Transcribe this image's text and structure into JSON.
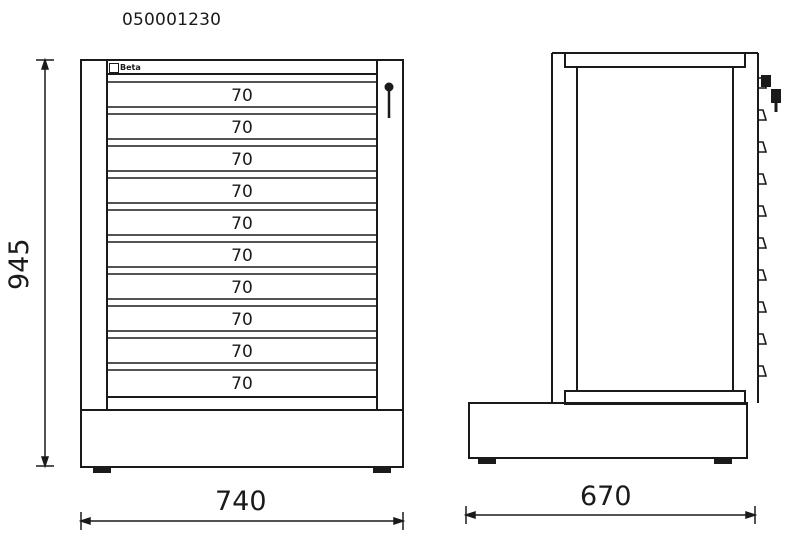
{
  "product_code": "050001230",
  "brand_label": "Beta",
  "front_view": {
    "drawers": [
      {
        "label": "70"
      },
      {
        "label": "70"
      },
      {
        "label": "70"
      },
      {
        "label": "70"
      },
      {
        "label": "70"
      },
      {
        "label": "70"
      },
      {
        "label": "70"
      },
      {
        "label": "70"
      },
      {
        "label": "70"
      },
      {
        "label": "70"
      }
    ],
    "width_dimension": "740",
    "height_dimension": "945"
  },
  "side_view": {
    "depth_dimension": "670",
    "handle_count": 10
  },
  "colors": {
    "line": "#1a1a1a",
    "background": "#ffffff"
  }
}
